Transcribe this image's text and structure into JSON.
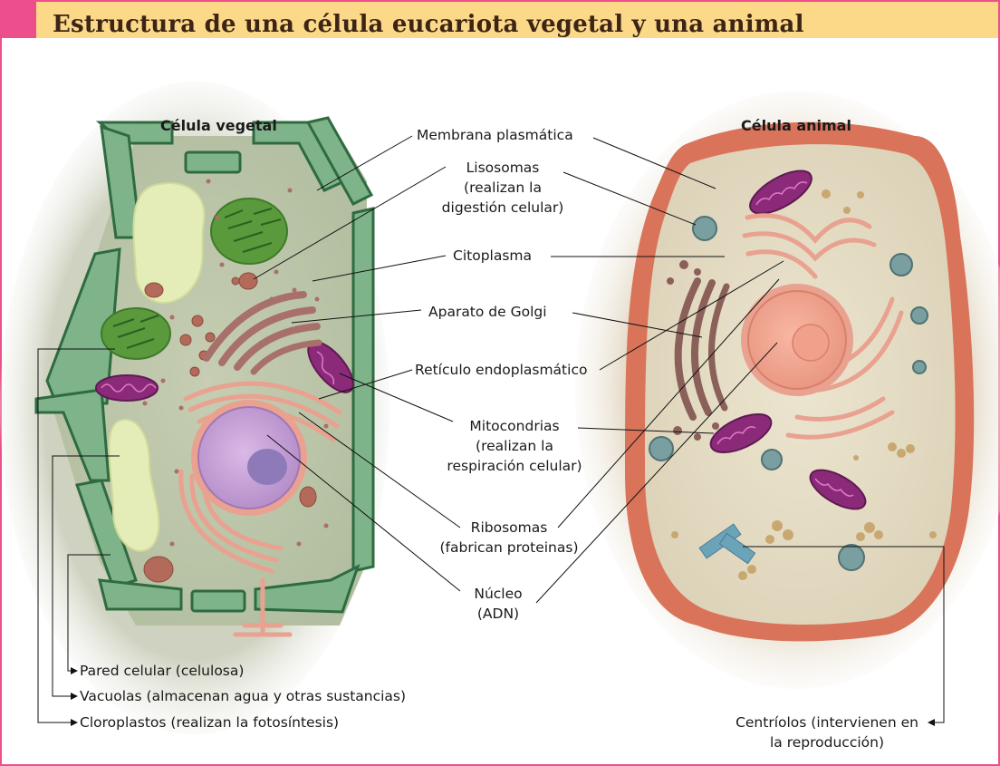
{
  "title": "Estructura de una célula eucariota vegetal y una animal",
  "colors": {
    "header_band": "#fbd989",
    "header_accent": "#ec4f8c",
    "frame_border": "#ec4f8c",
    "plant_wall": "#3d7a4c",
    "animal_membrane": "#d9745a",
    "nucleus_plant": "#c8a6d8",
    "nucleus_animal": "#f2a28e",
    "mitochondria": "#8c2a7a",
    "chloroplast": "#5a9a3c",
    "vacuole": "#e4ecb8",
    "golgi": "#a8706a",
    "er": "#e9a190"
  },
  "cells": {
    "plant": {
      "title": "Célula vegetal"
    },
    "animal": {
      "title": "Célula animal"
    }
  },
  "labels": {
    "membrana": "Membrana plasmática",
    "lisosomas_1": "Lisosomas",
    "lisosomas_2": "(realizan la",
    "lisosomas_3": "digestión celular)",
    "citoplasma": "Citoplasma",
    "golgi": "Aparato de Golgi",
    "reticulo": "Retículo endoplasmático",
    "mitocondrias_1": "Mitocondrias",
    "mitocondrias_2": "(realizan la",
    "mitocondrias_3": "respiración celular)",
    "ribosomas_1": "Ribosomas",
    "ribosomas_2": "(fabrican proteinas)",
    "nucleo_1": "Núcleo",
    "nucleo_2": "(ADN)",
    "pared": "Pared celular (celulosa)",
    "vacuolas": "Vacuolas (almacenan agua y otras sustancias)",
    "cloroplastos": "Cloroplastos (realizan la fotosíntesis)",
    "centriolos_1": "Centríolos (intervienen en",
    "centriolos_2": "la reproducción)"
  }
}
